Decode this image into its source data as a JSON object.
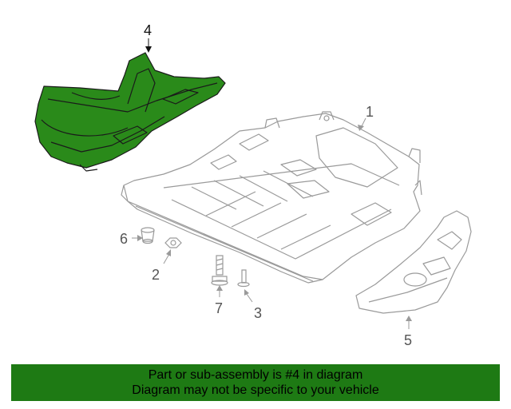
{
  "callouts": [
    {
      "id": "4",
      "label": "4",
      "highlighted": true
    },
    {
      "id": "1",
      "label": "1",
      "highlighted": false
    },
    {
      "id": "6",
      "label": "6",
      "highlighted": false
    },
    {
      "id": "2",
      "label": "2",
      "highlighted": false
    },
    {
      "id": "7",
      "label": "7",
      "highlighted": false
    },
    {
      "id": "3",
      "label": "3",
      "highlighted": false
    },
    {
      "id": "5",
      "label": "5",
      "highlighted": false
    }
  ],
  "banner": {
    "line1": "Part or sub-assembly is #4 in diagram",
    "line2": "Diagram may not be specific to your vehicle",
    "color": "#1e7a14"
  },
  "colors": {
    "highlight_part": "#2a8a1a",
    "line_art": "#9a9a9a",
    "highlight_outline": "#1a1a1a"
  }
}
